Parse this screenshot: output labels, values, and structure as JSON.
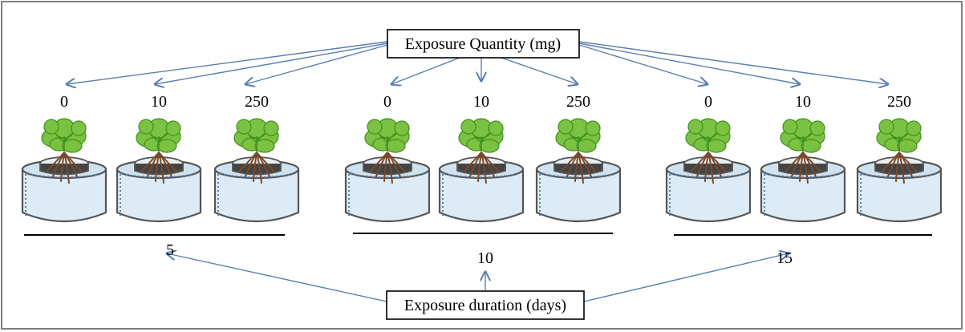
{
  "top_box": {
    "label": "Exposure Quantity (mg)"
  },
  "bottom_box": {
    "label": "Exposure duration (days)"
  },
  "groups": [
    {
      "duration": "5",
      "quantities": [
        "0",
        "10",
        "250"
      ]
    },
    {
      "duration": "10",
      "quantities": [
        "0",
        "10",
        "250"
      ]
    },
    {
      "duration": "15",
      "quantities": [
        "0",
        "10",
        "250"
      ]
    }
  ],
  "colors": {
    "arrow": "#5b7fb0",
    "box_border": "#000000",
    "frame": "#7f7f7f",
    "water": "#dcebf5",
    "pot_outline": "#555555",
    "leaf": "#7cc242",
    "leaf_dark": "#3e8f1d",
    "root": "#7a4a2a"
  }
}
